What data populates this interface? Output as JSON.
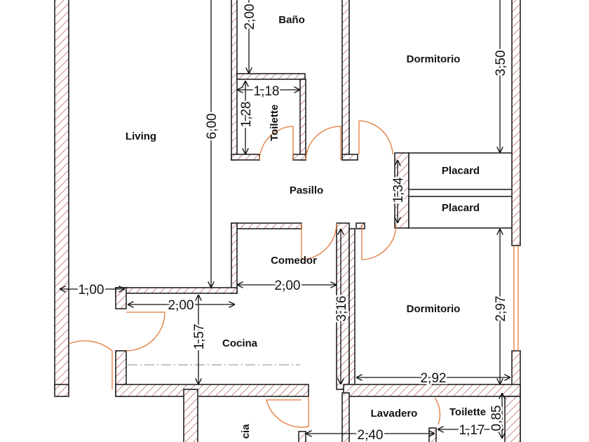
{
  "rooms": {
    "bano": "Baño",
    "dormitorio1": "Dormitorio",
    "toilette1": "Toilette",
    "living": "Living",
    "pasillo": "Pasillo",
    "placard1": "Placard",
    "placard2": "Placard",
    "comedor": "Comedor",
    "dormitorio2": "Dormitorio",
    "cocina": "Cocina",
    "lavadero": "Lavadero",
    "toilette2": "Toilette",
    "cropped_room": "cia"
  },
  "dimensions": {
    "bano_height": "2,00",
    "toilette_width": "1,18",
    "toilette_height": "1,28",
    "dormitorio1_height": "3,50",
    "living_height": "6,00",
    "pasillo_width": "1,34",
    "entry_width": "1,00",
    "comedor_width": "2,00",
    "cocina_width": "2,00",
    "cocina_height": "1,57",
    "comedor_height": "3,16",
    "dormitorio2_height": "2,97",
    "dormitorio2_width": "2,92",
    "lavadero_width": "2,40",
    "toilette2_width": "1,17",
    "toilette2_height": "0,85"
  },
  "colors": {
    "door": "#e07a3a",
    "wall_hatch": "#c98a8a"
  }
}
